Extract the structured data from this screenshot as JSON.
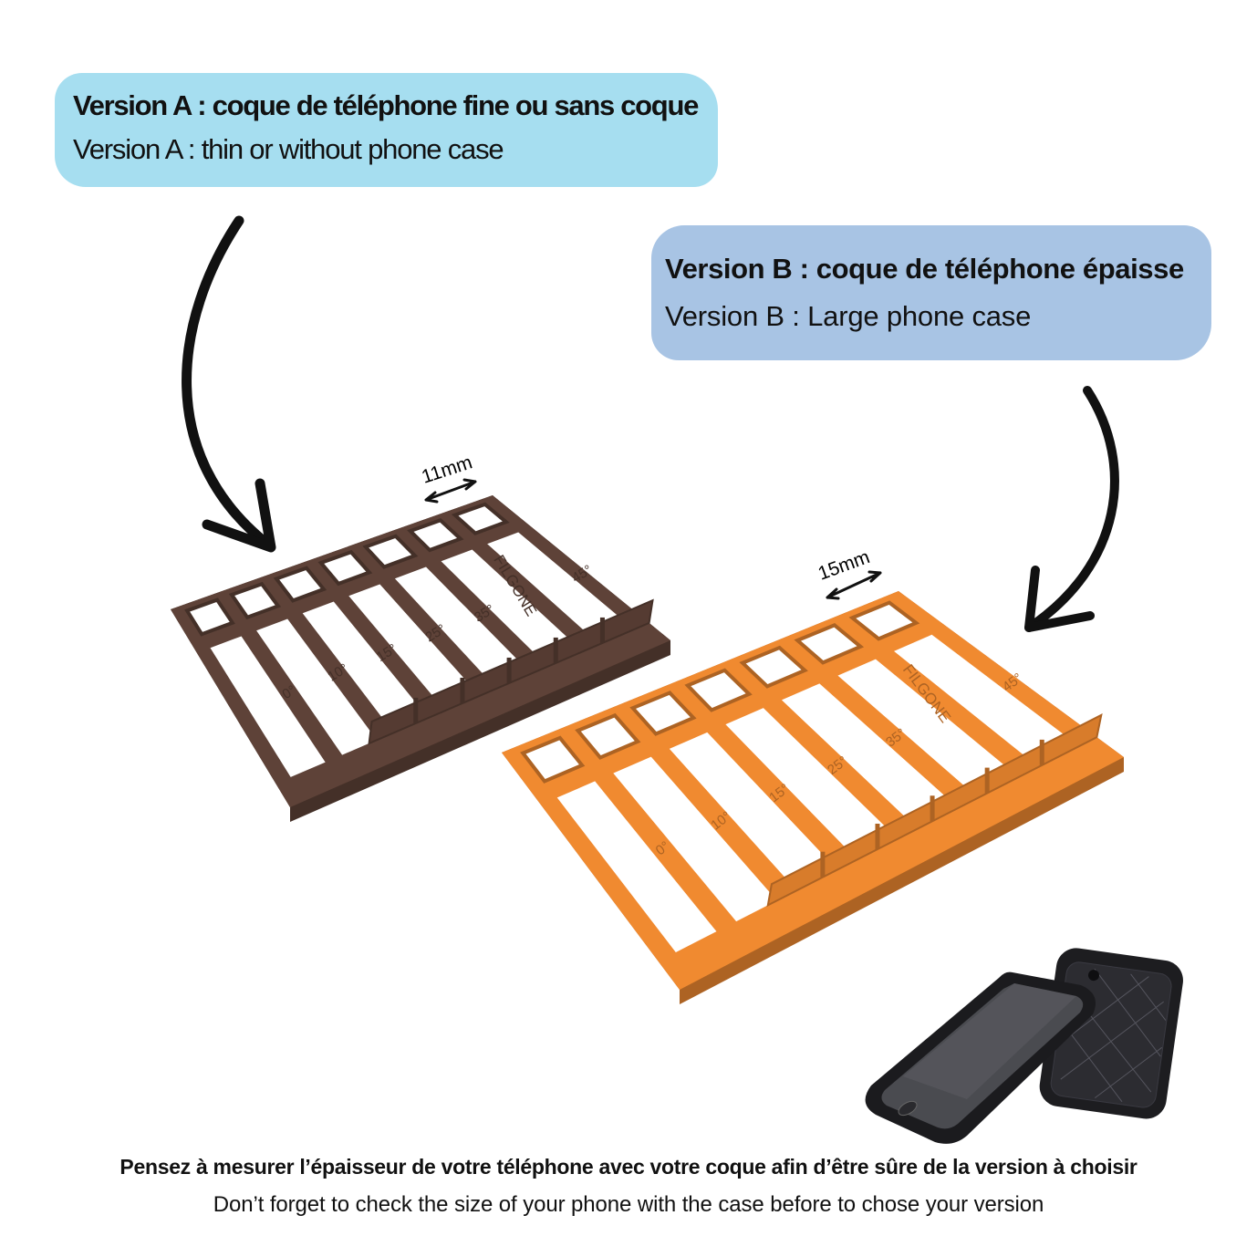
{
  "version_a": {
    "title_fr": "Version A : coque de téléphone fine ou sans coque",
    "title_en": "Version A : thin or without phone case",
    "color": "#a6def0",
    "stand_color": "#5e4238",
    "thickness": "11mm"
  },
  "version_b": {
    "title_fr": "Version B : coque de téléphone épaisse",
    "title_en": "Version B : Large phone case",
    "color": "#a8c4e4",
    "stand_color": "#f08a30",
    "thickness": "15mm"
  },
  "angles": [
    "0°",
    "10°",
    "15°",
    "25°",
    "35°",
    "45°"
  ],
  "brand_logo": "FILGONE",
  "icons": [
    "curved-arrow",
    "double-arrow",
    "phone",
    "phone-case"
  ],
  "footer": {
    "fr": "Pensez à mesurer l’épaisseur de votre téléphone avec votre coque afin d’être sûre de la version à choisir",
    "en": "Don’t forget to check the size of your phone with the case before to chose your version"
  }
}
